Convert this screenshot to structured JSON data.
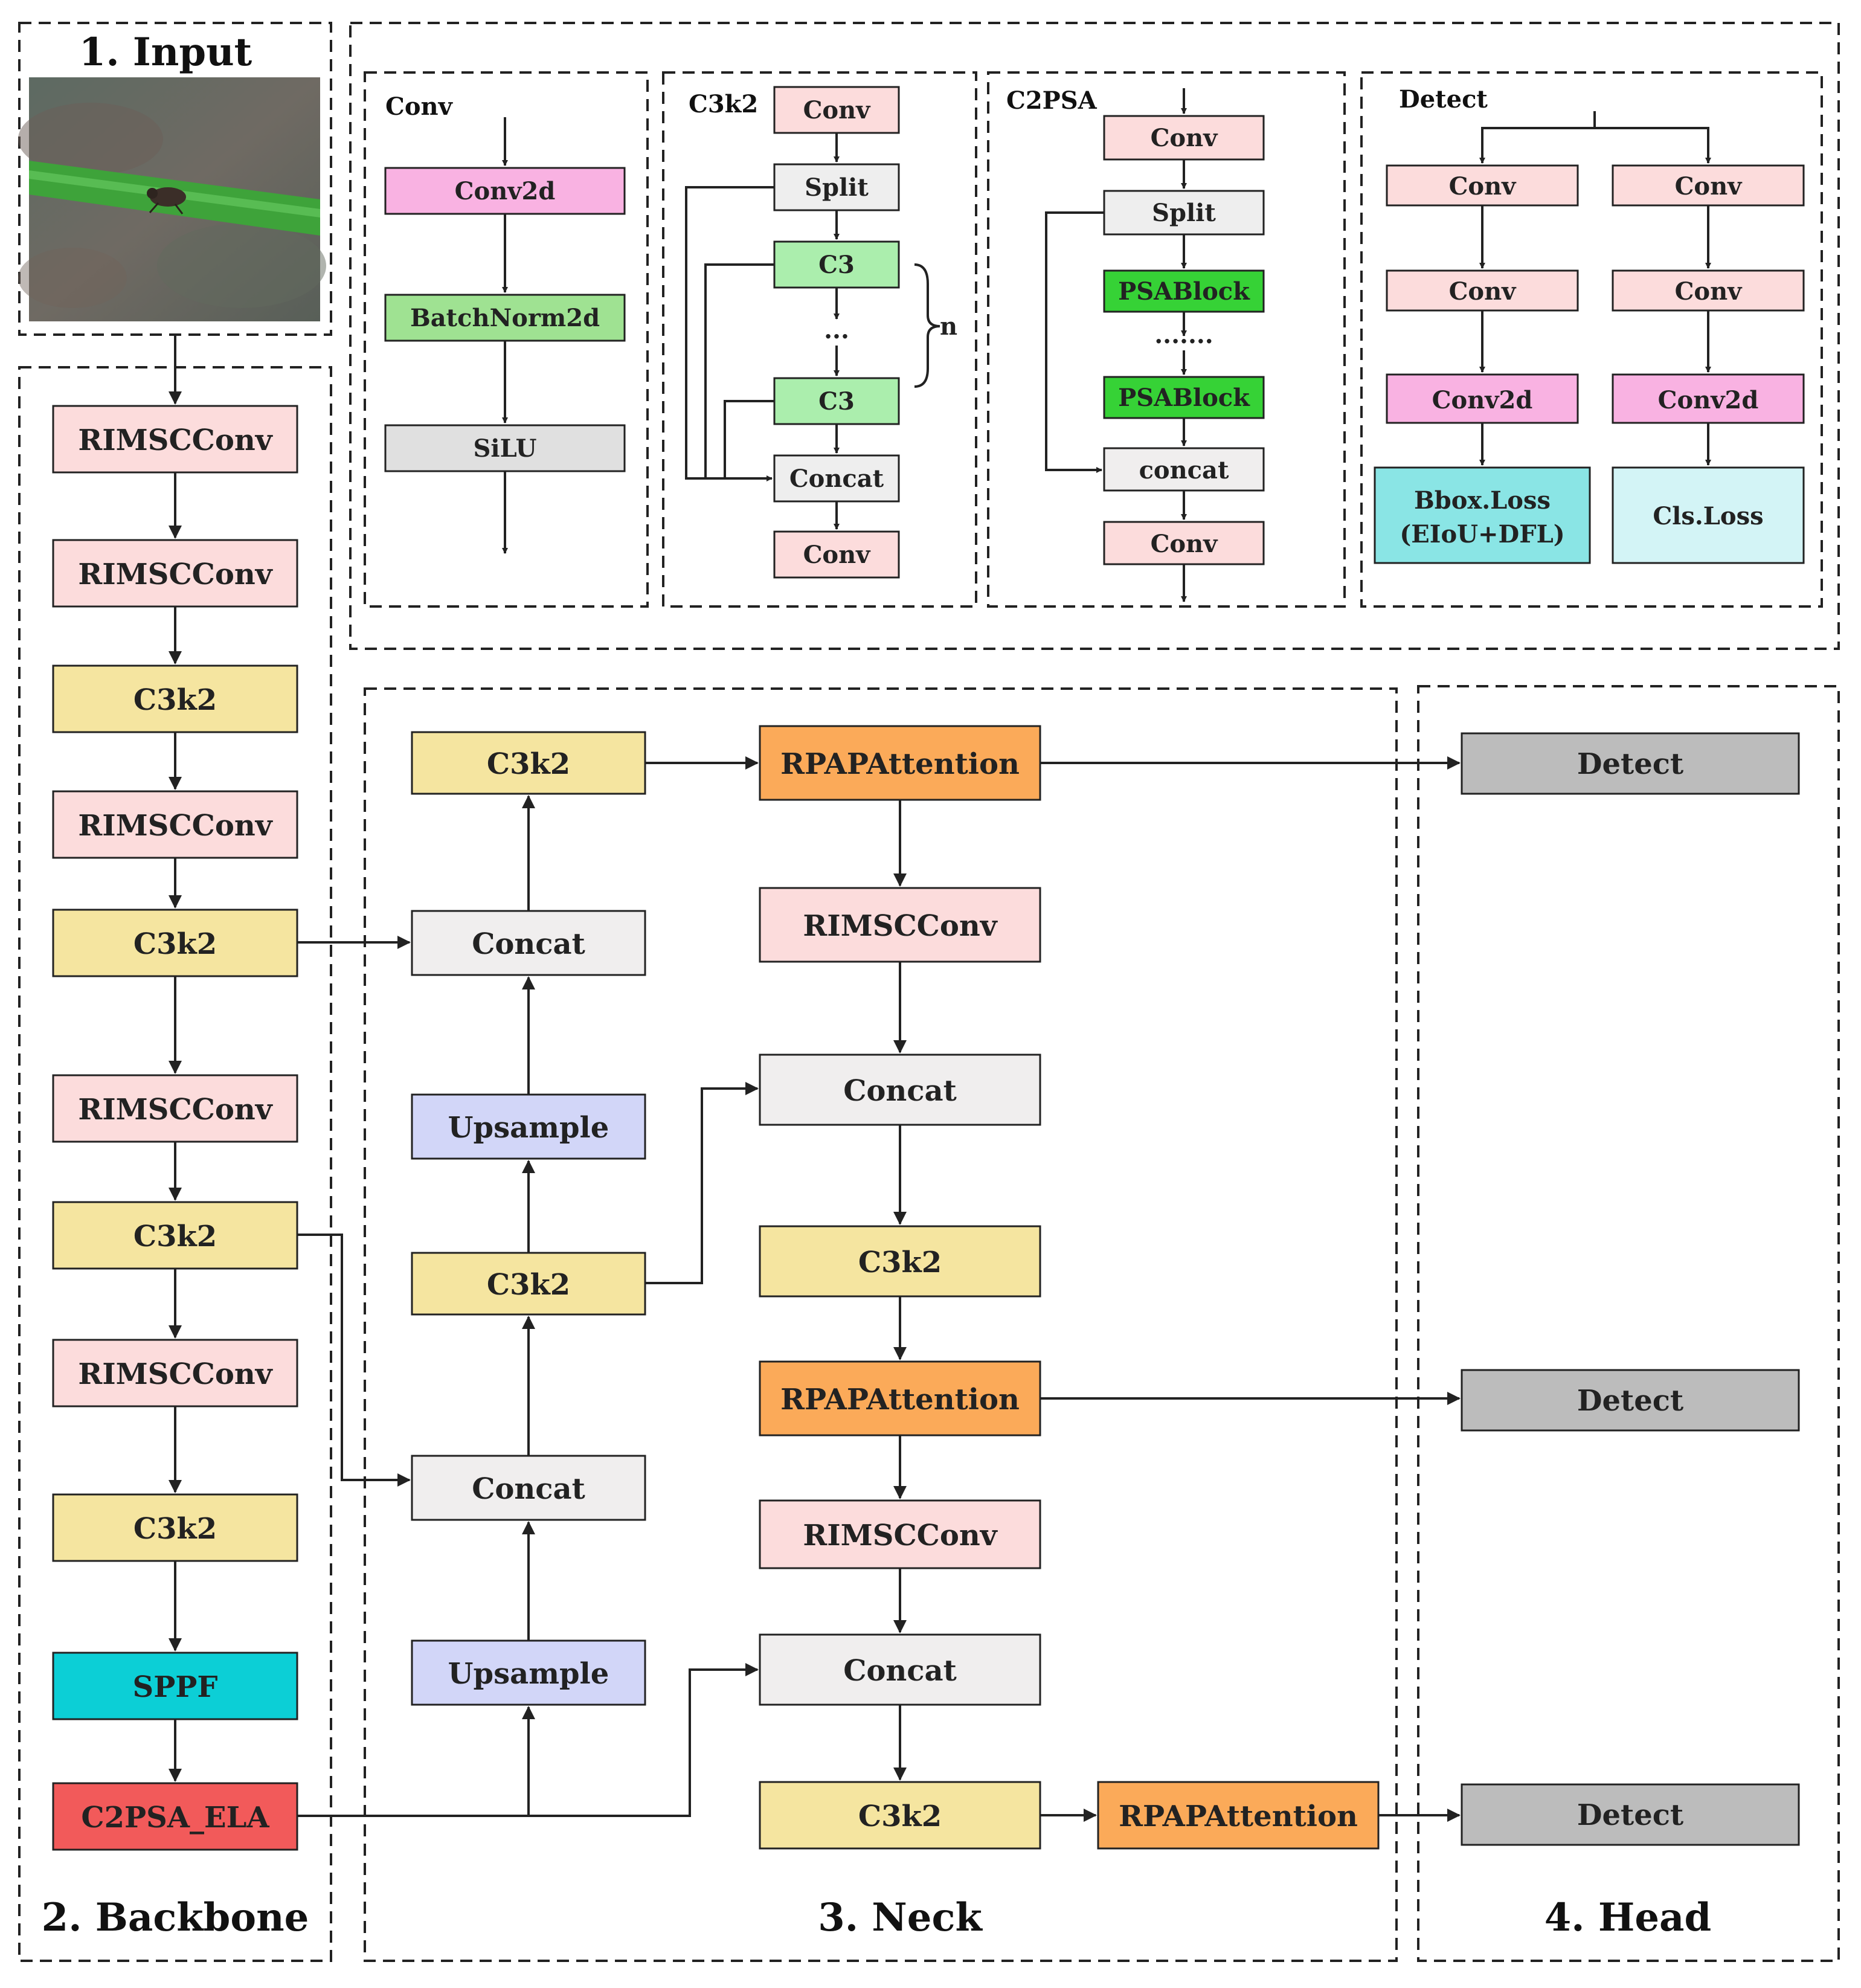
{
  "colors": {
    "conv_pink": "#fcdcdc",
    "conv2d_magenta": "#f9b2e2",
    "batchnorm_green": "#9fe292",
    "silu_gray": "#e0e0e0",
    "split_gray": "#eeeeee",
    "c3_green": "#abeead",
    "psablock_green": "#36d236",
    "concat_gray": "#f0eeee",
    "c3k2_yellow": "#f5e5a0",
    "rimsc_pink": "#fcdcdc",
    "sppf_cyan": "#0ccfd6",
    "c2psa_ela_red": "#f25a5a",
    "rpap_orange": "#fbaa59",
    "upsample_lavender": "#d2d6f8",
    "detect_gray": "#bcbcbc",
    "bbox_cyan": "#8ae5e5",
    "cls_cyan": "#d3f4f6"
  },
  "sections": {
    "input": "1. Input",
    "backbone": "2. Backbone",
    "neck": "3. Neck",
    "head": "4. Head"
  },
  "input_image": {
    "icon": "insect-on-leaf-photo"
  },
  "backbone_blocks": [
    "RIMSCConv",
    "RIMSCConv",
    "C3k2",
    "RIMSCConv",
    "C3k2",
    "RIMSCConv",
    "C3k2",
    "RIMSCConv",
    "C3k2",
    "SPPF",
    "C2PSA_ELA"
  ],
  "neck_left": [
    "C3k2",
    "Concat",
    "Upsample",
    "C3k2",
    "Concat",
    "Upsample"
  ],
  "neck_right": [
    "RPAPAttention",
    "RIMSCConv",
    "Concat",
    "C3k2",
    "RPAPAttention",
    "RIMSCConv",
    "Concat",
    "C3k2"
  ],
  "neck_bottom_attention": "RPAPAttention",
  "head_blocks": [
    "Detect",
    "Detect",
    "Detect"
  ],
  "modules": {
    "conv": {
      "title": "Conv",
      "blocks": [
        "Conv2d",
        "BatchNorm2d",
        "SiLU"
      ]
    },
    "c3k2": {
      "title": "C3k2",
      "blocks": [
        "Conv",
        "Split",
        "C3",
        "...",
        "C3",
        "Concat",
        "Conv"
      ],
      "repeat_label": "n"
    },
    "c2psa": {
      "title": "C2PSA",
      "blocks": [
        "Conv",
        "Split",
        "PSABlock",
        ".......",
        "PSABlock",
        "concat",
        "Conv"
      ]
    },
    "detect": {
      "title": "Detect",
      "left": [
        "Conv",
        "Conv",
        "Conv2d"
      ],
      "right": [
        "Conv",
        "Conv",
        "Conv2d"
      ],
      "bbox_loss": [
        "Bbox.Loss",
        "(EIoU+DFL)"
      ],
      "cls_loss": "Cls.Loss"
    }
  }
}
